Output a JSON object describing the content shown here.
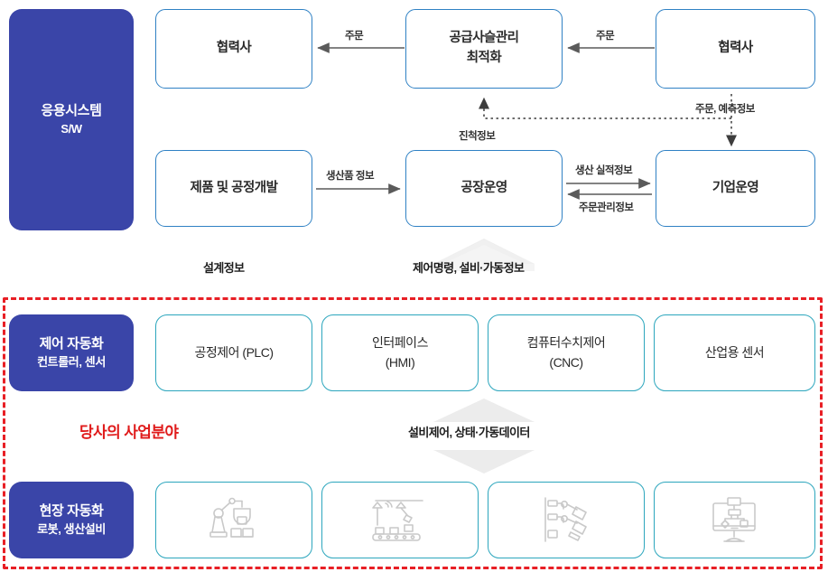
{
  "diagram": {
    "title": "Smart Factory Automation Hierarchy",
    "colors": {
      "purple": "#3a45a8",
      "blue_border": "#2f81c4",
      "teal_border": "#2ca6bd",
      "red_dashed": "#e81f25",
      "red_text": "#e01b1b",
      "arrow_gray": "#5a5a5a",
      "chevron_gray": "#e6e6e6"
    }
  },
  "application_layer": {
    "sidebar": {
      "title": "응용시스템",
      "subtitle": "S/W"
    },
    "boxes": [
      {
        "id": "partner-left",
        "label": "협력사"
      },
      {
        "id": "scm",
        "label": "공급사슬관리\n최적화",
        "line1": "공급사슬관리",
        "line2": "최적화"
      },
      {
        "id": "partner-right",
        "label": "협력사"
      },
      {
        "id": "product-dev",
        "label": "제품 및 공정개발"
      },
      {
        "id": "factory-ops",
        "label": "공장운영"
      },
      {
        "id": "enterprise-ops",
        "label": "기업운영"
      }
    ],
    "edges": [
      {
        "id": "order-left",
        "label": "주문",
        "style": "solid",
        "direction": "left"
      },
      {
        "id": "order-right",
        "label": "주문",
        "style": "solid",
        "direction": "left"
      },
      {
        "id": "progress-info",
        "label": "진척정보",
        "style": "dotted",
        "direction": "up"
      },
      {
        "id": "order-forecast",
        "label": "주문, 예측정보",
        "style": "dotted",
        "direction": "down"
      },
      {
        "id": "product-info",
        "label": "생산품 정보",
        "style": "solid",
        "direction": "right"
      },
      {
        "id": "production-result",
        "label": "생산 실적정보",
        "style": "solid",
        "direction": "right"
      },
      {
        "id": "order-mgmt-info",
        "label": "주문관리정보",
        "style": "solid",
        "direction": "left"
      }
    ]
  },
  "flow_labels": {
    "design_info": "설계정보",
    "control_command": "제어명령, 설비·가동정보",
    "equipment_control": "설비제어, 상태·가동데이터",
    "our_business_area": "당사의 사업분야"
  },
  "control_layer": {
    "sidebar": {
      "title": "제어 자동화",
      "subtitle": "컨트롤러, 센서"
    },
    "boxes": [
      {
        "id": "plc",
        "line1": "공정제어 (PLC)",
        "line2": ""
      },
      {
        "id": "hmi",
        "line1": "인터페이스",
        "line2": "(HMI)"
      },
      {
        "id": "cnc",
        "line1": "컴퓨터수치제어",
        "line2": "(CNC)"
      },
      {
        "id": "sensor",
        "line1": "산업용 센서",
        "line2": ""
      }
    ]
  },
  "field_layer": {
    "sidebar": {
      "title": "현장 자동화",
      "subtitle": "로봇, 생산설비"
    },
    "boxes": [
      {
        "id": "robot-arm",
        "icon": "robot-arm-palletizing-icon"
      },
      {
        "id": "conveyor",
        "icon": "conveyor-pick-place-icon"
      },
      {
        "id": "assembly-robot",
        "icon": "assembly-robot-cell-icon"
      },
      {
        "id": "monitor-control",
        "icon": "monitor-flowchart-icon"
      }
    ]
  }
}
